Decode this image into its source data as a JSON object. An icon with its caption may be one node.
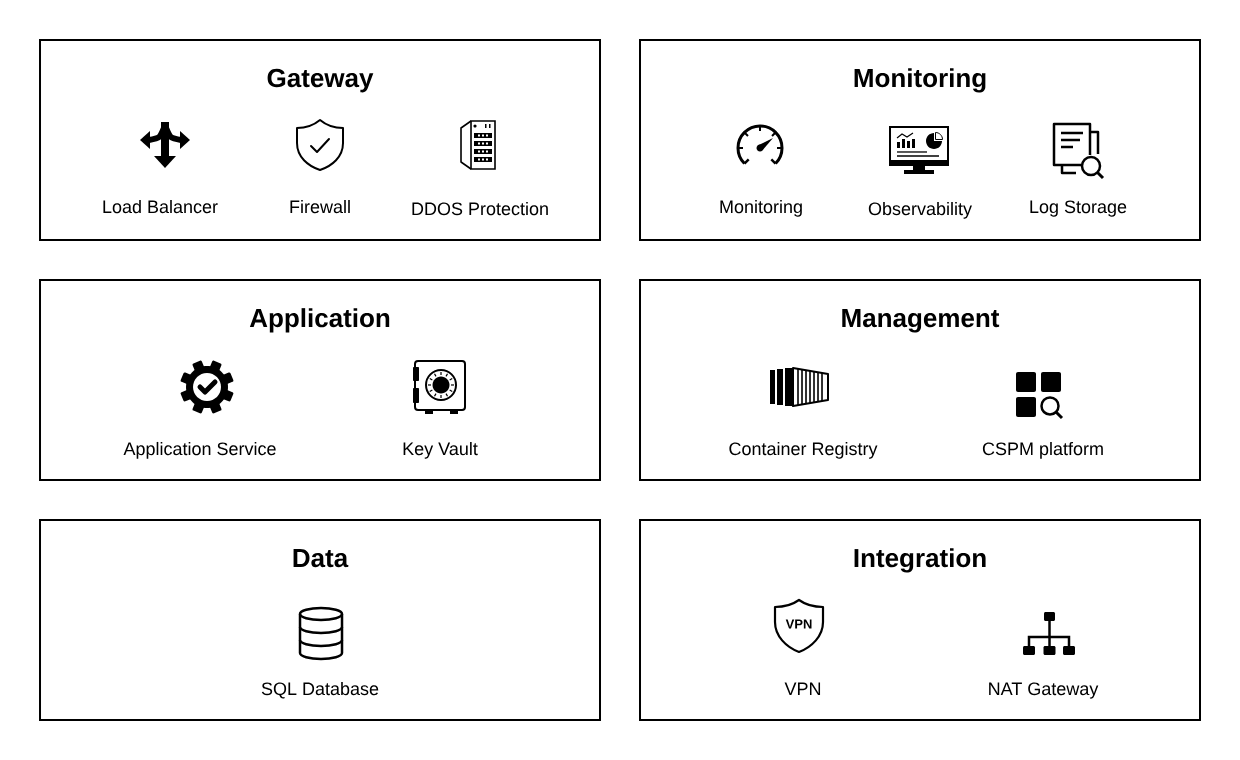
{
  "diagram": {
    "nodes": [
      {
        "text": [
          "Gateway"
        ]
      },
      {
        "text": [
          "Load Balancer"
        ],
        "in": 0
      },
      {
        "text": [
          "Firewall"
        ],
        "in": 0
      },
      {
        "text": [
          "DDOS Protection"
        ],
        "in": 0
      },
      {
        "text": [
          "Monitoring"
        ]
      },
      {
        "text": [
          "Monitoring"
        ],
        "in": 4
      },
      {
        "text": [
          "Observability"
        ],
        "in": 4
      },
      {
        "text": [
          "Log Storage"
        ],
        "in": 4
      },
      {
        "text": [
          "Application"
        ]
      },
      {
        "text": [
          "Application Service"
        ],
        "in": 8
      },
      {
        "text": [
          "Key Vault"
        ],
        "in": 8
      },
      {
        "text": [
          "Management"
        ]
      },
      {
        "text": [
          "Container Registry"
        ],
        "in": 11
      },
      {
        "text": [
          "CSPM platform"
        ],
        "in": 11
      },
      {
        "text": [
          "Data"
        ]
      },
      {
        "text": [
          "SQL Database"
        ],
        "in": 14
      },
      {
        "text": [
          "Integration"
        ]
      },
      {
        "text": [
          "VPN"
        ],
        "in": 16
      },
      {
        "text": [
          "NAT Gateway"
        ],
        "in": 16
      }
    ],
    "labels": [
      "VPN"
    ]
  }
}
